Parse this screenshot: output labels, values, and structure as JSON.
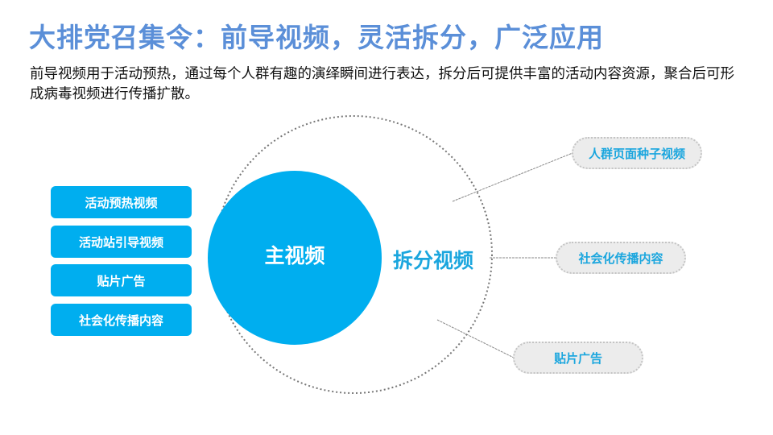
{
  "title": "大排党召集令：前导视频，灵活拆分，广泛应用",
  "description": "前导视频用于活动预热，通过每个人群有趣的演绎瞬间进行表达，拆分后可提供丰富的活动内容资源，聚合后可形成病毒视频进行传播扩散。",
  "left_items": [
    "活动预热视频",
    "活动站引导视频",
    "贴片广告",
    "社会化传播内容"
  ],
  "main_circle": "主视频",
  "split_label": "拆分视频",
  "right_items": [
    "人群页面种子视频",
    "社会化传播内容",
    "贴片广告"
  ],
  "colors": {
    "title": "#5b8fd8",
    "accent": "#00aeef",
    "pill_text": "#1ba6de"
  }
}
